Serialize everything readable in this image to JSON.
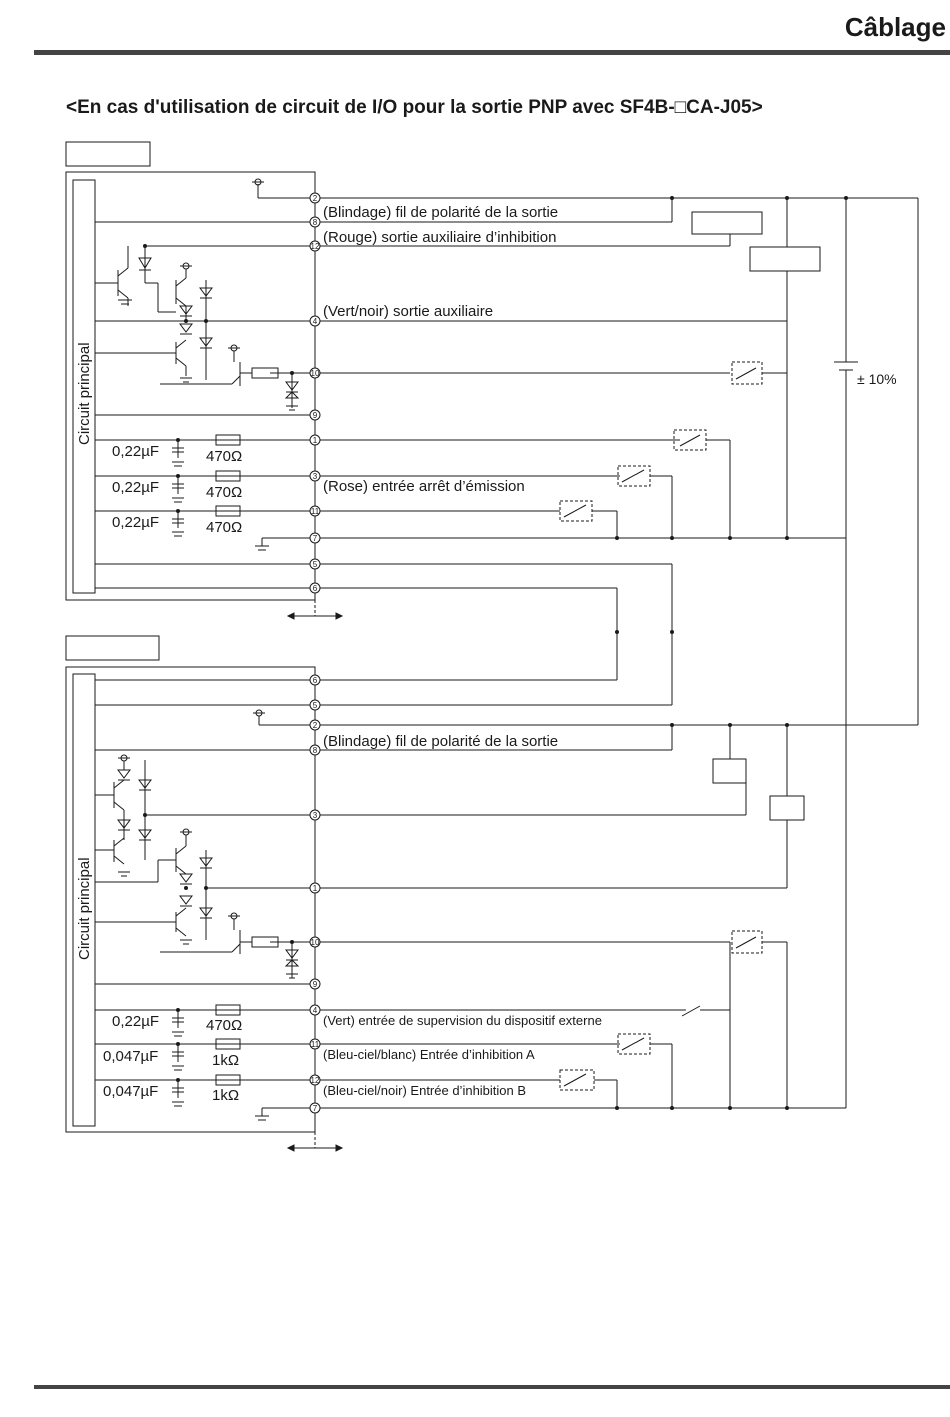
{
  "header": {
    "title": "Câblage"
  },
  "section": {
    "title": "<En cas d'utilisation de circuit de I/O pour la sortie PNP avec SF4B-□CA-J05>"
  },
  "power": {
    "tolerance": "± 10%"
  },
  "units": [
    {
      "main_circuit_label": "Circuit principal",
      "pins": [
        "2",
        "8",
        "12",
        "4",
        "10",
        "9",
        "1",
        "3",
        "11",
        "7",
        "5",
        "6"
      ],
      "wire_labels": [
        "(Blindage) fil de polarité de la sortie",
        "(Rouge) sortie auxiliaire d’inhibition",
        "(Vert/noir) sortie auxiliaire",
        "(Rose) entrée arrêt d’émission"
      ],
      "components": [
        {
          "capacitor": "0,22µF",
          "resistor": "470Ω"
        },
        {
          "capacitor": "0,22µF",
          "resistor": "470Ω"
        },
        {
          "capacitor": "0,22µF",
          "resistor": "470Ω"
        }
      ]
    },
    {
      "main_circuit_label": "Circuit principal",
      "pins": [
        "6",
        "5",
        "2",
        "8",
        "3",
        "1",
        "10",
        "9",
        "4",
        "11",
        "12",
        "7"
      ],
      "wire_labels": [
        "(Blindage) fil de polarité de la sortie",
        "(Vert) entrée de supervision du dispositif externe",
        "(Bleu-ciel/blanc) Entrée d’inhibition A",
        "(Bleu-ciel/noir) Entrée d’inhibition B"
      ],
      "components": [
        {
          "capacitor": "0,22µF",
          "resistor": "470Ω"
        },
        {
          "capacitor": "0,047µF",
          "resistor": "1kΩ"
        },
        {
          "capacitor": "0,047µF",
          "resistor": "1kΩ"
        }
      ]
    }
  ]
}
